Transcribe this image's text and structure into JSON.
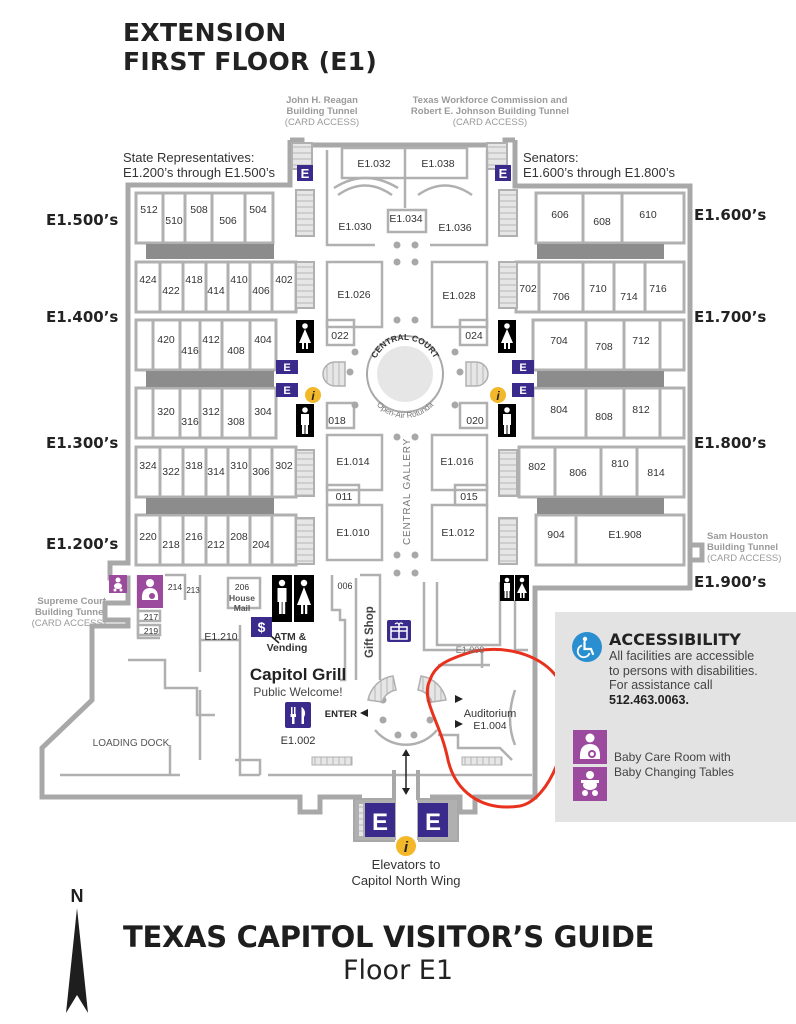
{
  "header": {
    "title_line1": "EXTENSION",
    "title_line2": "FIRST FLOOR (E1)"
  },
  "tunnels": {
    "reagan": {
      "line1": "John H. Reagan",
      "line2": "Building Tunnel",
      "access": "(CARD ACCESS)"
    },
    "twc": {
      "line1": "Texas Workforce Commission and",
      "line2": "Robert E. Johnson Building Tunnel",
      "access": "(CARD ACCESS)"
    },
    "sam_houston": {
      "line1": "Sam Houston",
      "line2": "Building Tunnel",
      "access": "(CARD ACCESS)"
    },
    "supreme_court": {
      "line1": "Supreme Court",
      "line2": "Building Tunnel",
      "access": "(CARD ACCESS)"
    }
  },
  "wing_notes": {
    "west": {
      "line1": "State Representatives:",
      "line2": "E1.200’s through E1.500’s"
    },
    "east": {
      "line1": "Senators:",
      "line2": "E1.600’s through E1.800’s"
    }
  },
  "range_labels": {
    "west": [
      "E1.500’s",
      "E1.400’s",
      "E1.300’s",
      "E1.200’s"
    ],
    "east": [
      "E1.600’s",
      "E1.700’s",
      "E1.800’s",
      "E1.900’s"
    ]
  },
  "rooms": {
    "west_500": [
      "512",
      "510",
      "508",
      "506",
      "504"
    ],
    "west_400_north": [
      "424",
      "422",
      "418",
      "414",
      "410",
      "406",
      "402"
    ],
    "west_400_south": [
      "420",
      "416",
      "412",
      "408",
      "404"
    ],
    "west_300_north": [
      "320",
      "316",
      "312",
      "308",
      "304"
    ],
    "west_300_south": [
      "324",
      "322",
      "318",
      "314",
      "310",
      "306",
      "302"
    ],
    "west_200": [
      "220",
      "218",
      "216",
      "212",
      "208",
      "204"
    ],
    "east_600": [
      "606",
      "608",
      "610"
    ],
    "east_700_north": [
      "702",
      "706",
      "710",
      "714",
      "716"
    ],
    "east_700_south": [
      "704",
      "708",
      "712"
    ],
    "east_800_north": [
      "804",
      "808",
      "812"
    ],
    "east_800_south": [
      "802",
      "806",
      "810",
      "814"
    ],
    "east_900": [
      "904",
      "E1.908"
    ],
    "center": {
      "e1032": "E1.032",
      "e1038": "E1.038",
      "e1030": "E1.030",
      "e1034": "E1.034",
      "e1036": "E1.036",
      "e1026": "E1.026",
      "e1028": "E1.028",
      "r022": "022",
      "r024": "024",
      "r018": "018",
      "r020": "020",
      "e1014": "E1.014",
      "e1016": "E1.016",
      "r011": "011",
      "r015": "015",
      "e1010": "E1.010",
      "e1012": "E1.012",
      "r006": "006",
      "e1008": "E1.008"
    },
    "southwest": {
      "r214": "214",
      "r213": "213",
      "r217": "217",
      "r219": "219",
      "r206": "206",
      "house_mail_1": "House",
      "house_mail_2": "Mail",
      "e1210": "E1.210"
    }
  },
  "central_court": {
    "top": "CENTRAL COURT",
    "bottom": "Open-Air Rotunda"
  },
  "central_gallery": "CENTRAL GALLERY",
  "gift_shop": "Gift Shop",
  "atm": {
    "line1": "ATM &",
    "line2": "Vending"
  },
  "grill": {
    "name": "Capitol Grill",
    "subtitle": "Public Welcome!",
    "room": "E1.002"
  },
  "enter_label": "ENTER",
  "auditorium": {
    "name": "Auditorium",
    "room": "E1.004"
  },
  "loading_dock": "LOADING DOCK",
  "elevator_letter": "E",
  "elevators_caption": {
    "line1": "Elevators to",
    "line2": "Capitol North Wing"
  },
  "accessibility": {
    "title": "ACCESSIBILITY",
    "line1": "All facilities are accessible",
    "line2": "to persons with disabilities.",
    "line3": "For assistance call",
    "phone": "512.463.0063."
  },
  "legend": {
    "line1": "Baby Care Room with",
    "line2": "Baby Changing Tables"
  },
  "compass": "N",
  "footer": {
    "title": "TEXAS CAPITOL VISITOR’S GUIDE",
    "subtitle": "Floor E1"
  },
  "colors": {
    "wall": "#a8a8a8",
    "corridor_dark": "#8c8c8c",
    "elevator": "#3a2a8c",
    "info": "#f3b72a",
    "baby": "#9b4a9e",
    "accessibility": "#2a8fd0",
    "annotation": "#e8321e",
    "panel": "#e3e3e3"
  },
  "icons": [
    "elevator-icon",
    "info-icon",
    "restroom-women-icon",
    "restroom-men-icon",
    "atm-icon",
    "gift-icon",
    "dining-icon",
    "wheelchair-icon",
    "baby-care-icon",
    "baby-changing-icon",
    "north-arrow-icon"
  ]
}
